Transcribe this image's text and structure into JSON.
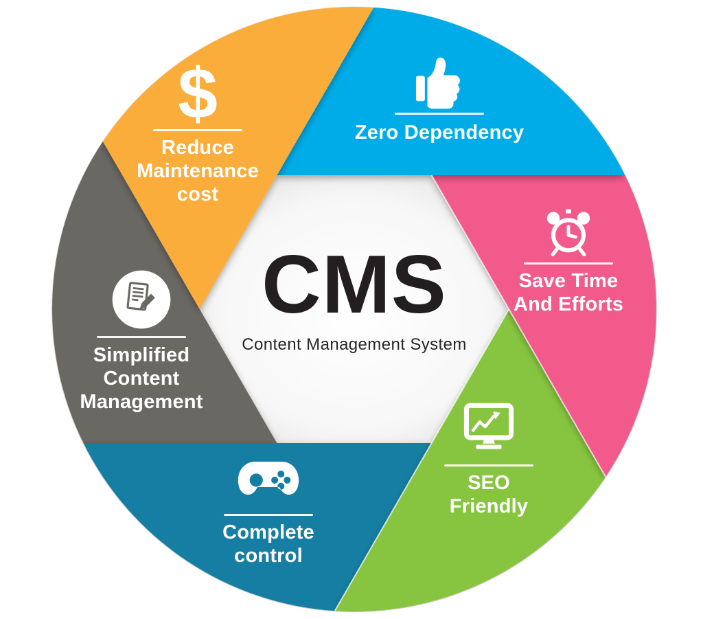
{
  "page": {
    "background": "#ffffff"
  },
  "center": {
    "title": "CMS",
    "subtitle": "Content Management System",
    "title_color": "#231f20"
  },
  "text_color": "#ffffff",
  "segments": [
    {
      "id": "reduce-maintenance-cost",
      "label_lines": [
        "Reduce",
        "Maintenance",
        "cost"
      ],
      "color": "#FAAD3B",
      "icon": "dollar-icon",
      "glyph": "$"
    },
    {
      "id": "zero-dependency",
      "label_lines": [
        "Zero Dependency"
      ],
      "color": "#00ACE8",
      "icon": "thumbs-up-icon"
    },
    {
      "id": "save-time-and-efforts",
      "label_lines": [
        "Save Time",
        "And Efforts"
      ],
      "color": "#F25A8C",
      "icon": "alarm-clock-icon"
    },
    {
      "id": "seo-friendly",
      "label_lines": [
        "SEO",
        "Friendly"
      ],
      "color": "#87C540",
      "icon": "monitor-chart-icon"
    },
    {
      "id": "complete-control",
      "label_lines": [
        "Complete",
        "control"
      ],
      "color": "#137EA3",
      "icon": "game-controller-icon"
    },
    {
      "id": "simplified-content-management",
      "label_lines": [
        "Simplified",
        "Content",
        "Management"
      ],
      "color": "#6A6862",
      "icon": "document-edit-icon"
    }
  ]
}
